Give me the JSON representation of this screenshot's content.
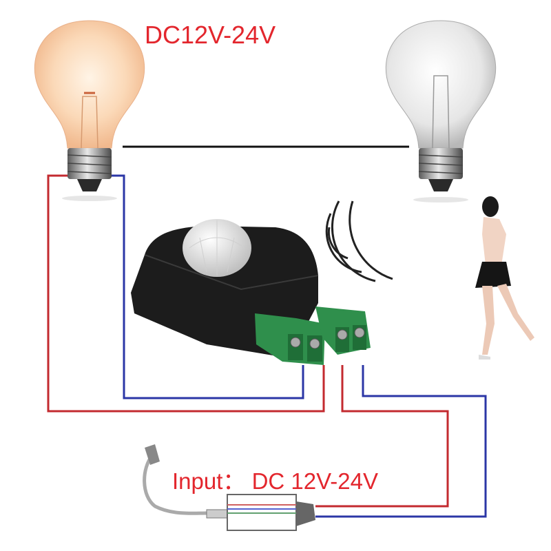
{
  "labels": {
    "load_voltage": "DC12V-24V",
    "input_voltage": "Input： DC 12V-24V"
  },
  "colors": {
    "label_red": "#e3262d",
    "wire_red": "#c32a2f",
    "wire_blue": "#2b36a6",
    "wire_black": "#111111",
    "terminal_green": "#2f8f4c",
    "sensor_body": "#1c1c1c"
  },
  "components": {
    "lit_bulb": "lit-bulb",
    "unlit_bulb": "unlit-bulb",
    "sensor": "pir-motion-sensor",
    "person": "walking-person",
    "power_supply": "power-supply"
  }
}
